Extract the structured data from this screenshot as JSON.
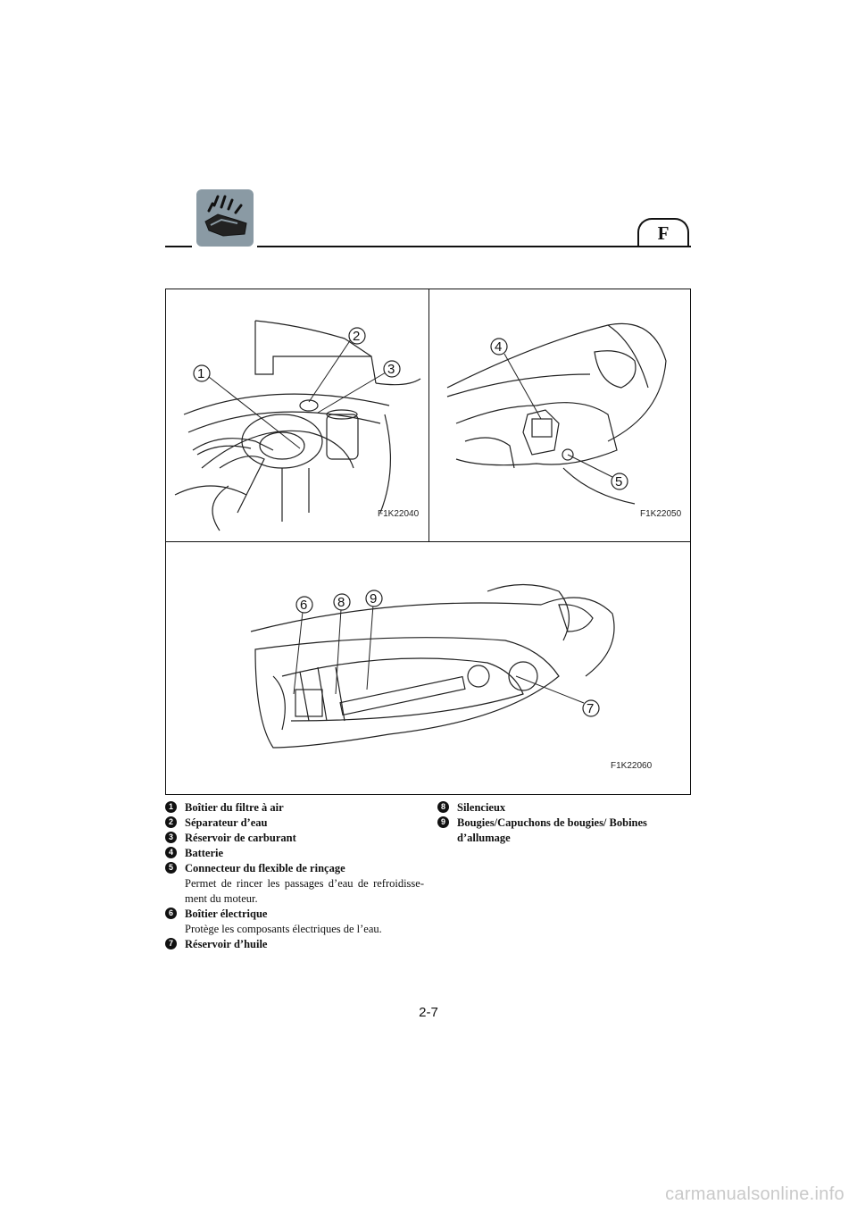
{
  "header": {
    "lang_badge": "F"
  },
  "figures": {
    "fig1_code": "F1K22040",
    "fig2_code": "F1K22050",
    "fig3_code": "F1K22060",
    "callouts": [
      "1",
      "2",
      "3",
      "4",
      "5",
      "6",
      "7",
      "8",
      "9"
    ]
  },
  "legend": {
    "left": [
      {
        "num": "1",
        "title": "Boîtier du filtre à air",
        "desc": ""
      },
      {
        "num": "2",
        "title": "Séparateur d’eau",
        "desc": ""
      },
      {
        "num": "3",
        "title": "Réservoir de carburant",
        "desc": ""
      },
      {
        "num": "4",
        "title": "Batterie",
        "desc": ""
      },
      {
        "num": "5",
        "title": "Connecteur du flexible de rinçage",
        "desc": "Permet de rincer les passages d’eau de refroidisse-ment du moteur."
      },
      {
        "num": "6",
        "title": "Boîtier électrique",
        "desc": "Protège les composants électriques de l’eau."
      },
      {
        "num": "7",
        "title": "Réservoir d’huile",
        "desc": ""
      }
    ],
    "right": [
      {
        "num": "8",
        "title": "Silencieux",
        "desc": ""
      },
      {
        "num": "9",
        "title": "Bougies/Capuchons de bougies/ Bobines d’allumage",
        "desc": ""
      }
    ]
  },
  "footer": {
    "page_number": "2-7",
    "watermark": "carmanualsonline.info"
  }
}
